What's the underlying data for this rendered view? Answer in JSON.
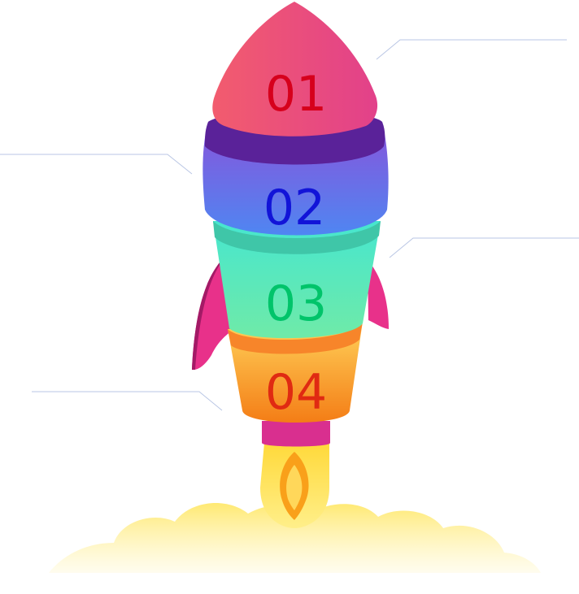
{
  "stages": [
    {
      "label": "01",
      "color": "#d6001c",
      "body_from": "#f25c6e",
      "body_to": "#e2418a"
    },
    {
      "label": "02",
      "color": "#1214d8",
      "body_from": "#8f4ed8",
      "body_to": "#4f86f2"
    },
    {
      "label": "03",
      "color": "#00c46a",
      "body_from": "#46e6cf",
      "body_to": "#6feaa8"
    },
    {
      "label": "04",
      "color": "#e02a12",
      "body_from": "#ffd25a",
      "body_to": "#f47d16"
    }
  ],
  "colors": {
    "callout_line": "#b9c6e4",
    "fins": "#e8318a",
    "fins_shadow": "#a31a66",
    "nozzle": "#d92f8f",
    "flame_outer": "#ffe14a",
    "flame_inner": "#f9a01a",
    "smoke": "#fff3a6"
  }
}
